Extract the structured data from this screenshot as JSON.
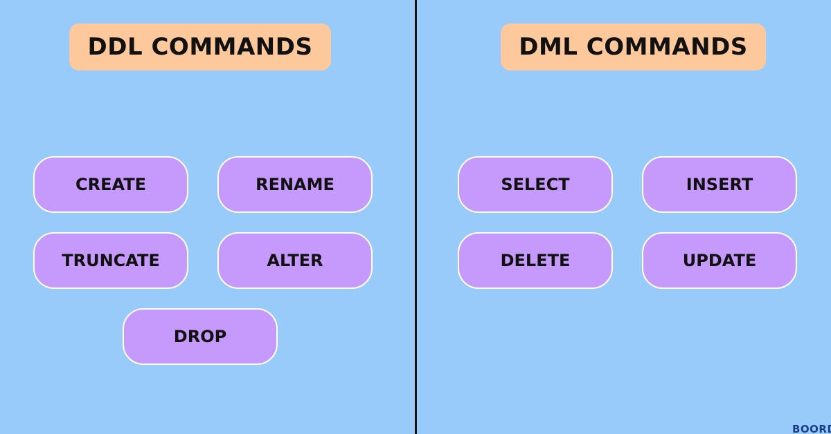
{
  "colors": {
    "background": "#99cbfa",
    "title_fill": "#fdc99c",
    "command_fill": "#c69afc",
    "command_border": "#ffffff",
    "divider": "#111111"
  },
  "ddl": {
    "title": "DDL COMMANDS",
    "commands": [
      "CREATE",
      "RENAME",
      "TRUNCATE",
      "ALTER",
      "DROP"
    ]
  },
  "dml": {
    "title": "DML COMMANDS",
    "commands": [
      "SELECT",
      "INSERT",
      "DELETE",
      "UPDATE"
    ]
  },
  "logo": {
    "text": "BOORD"
  }
}
